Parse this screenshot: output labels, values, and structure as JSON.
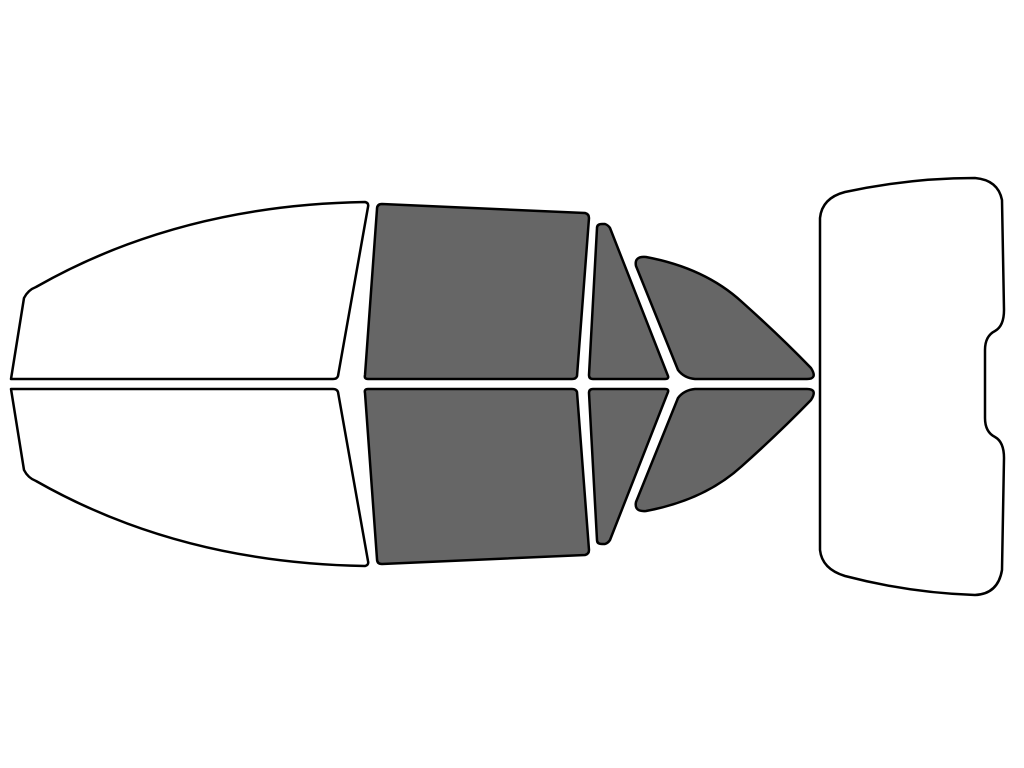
{
  "diagram": {
    "colors": {
      "background": "#ffffff",
      "outline": "#000000",
      "tinted": "#666666",
      "untinted": "#ffffff"
    },
    "panes": [
      {
        "id": "windshield-left-half",
        "tinted": false
      },
      {
        "id": "windshield-right-half",
        "tinted": false
      },
      {
        "id": "front-door-window-left",
        "tinted": true
      },
      {
        "id": "front-door-window-right",
        "tinted": true
      },
      {
        "id": "rear-door-window-left",
        "tinted": true
      },
      {
        "id": "rear-door-window-right",
        "tinted": true
      },
      {
        "id": "quarter-window-left",
        "tinted": true
      },
      {
        "id": "quarter-window-right",
        "tinted": true
      },
      {
        "id": "rear-windshield",
        "tinted": false
      }
    ]
  }
}
